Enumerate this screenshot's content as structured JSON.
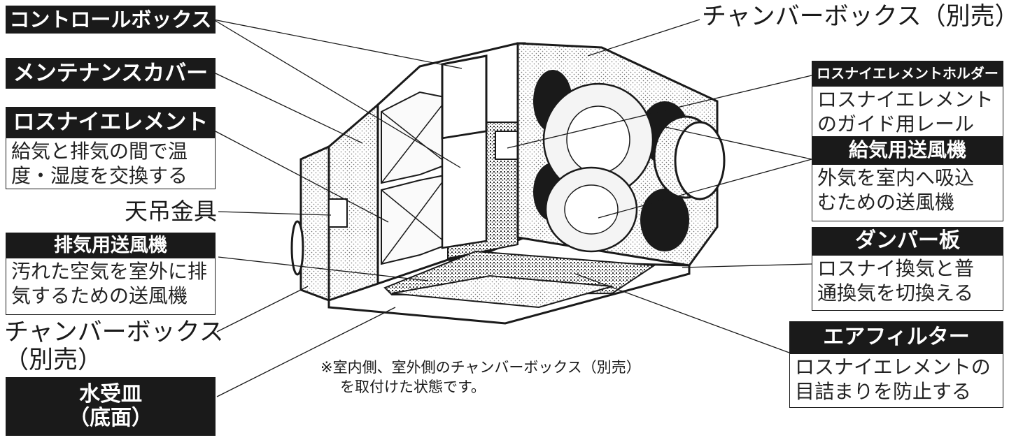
{
  "title": "チャンバーボックス（別売）",
  "left_labels": {
    "control_box": "コントロールボックス",
    "maintenance_cover": "メンテナンスカバー",
    "lossnay_element": "ロスナイエレメント",
    "lossnay_element_desc": [
      "給気と排気の間で温",
      "度・湿度を交換する"
    ],
    "ceiling_fitting": "天吊金具",
    "exhaust_fan": "排気用送風機",
    "exhaust_fan_desc": [
      "汚れた空気を室外に排",
      "気するための送風機"
    ],
    "chamber_box_left": [
      "チャンバーボックス",
      "（別売）"
    ],
    "drain_pan": [
      "水受皿",
      "（底面）"
    ]
  },
  "right_labels": {
    "element_holder": "ロスナイエレメントホルダー",
    "element_holder_desc": [
      "ロスナイエレメント",
      "のガイド用レール"
    ],
    "supply_fan": "給気用送風機",
    "supply_fan_desc": [
      "外気を室内へ吸込",
      "むための送風機"
    ],
    "damper": "ダンパー板",
    "damper_desc": [
      "ロスナイ換気と普",
      "通換気を切換える"
    ],
    "air_filter": "エアフィルター",
    "air_filter_desc": [
      "ロスナイエレメントの",
      "目詰まりを防止する"
    ]
  },
  "note": [
    "※室内側、室外側のチャンバーボックス（別売）",
    "を取付けた状態です。"
  ],
  "colors": {
    "ink": "#1a1a1a",
    "label_bg": "#1a1a1a",
    "label_text": "#ffffff",
    "dot_fill": "#e6e6e6"
  }
}
